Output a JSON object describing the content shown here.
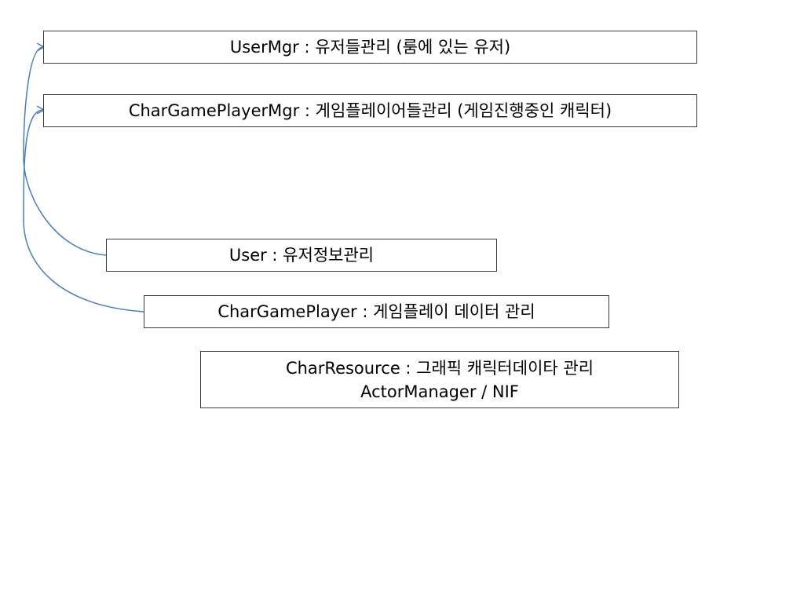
{
  "boxes": {
    "usermgr": {
      "text": "UserMgr : 유저들관리 (룸에 있는 유저)"
    },
    "chargameplayermgr": {
      "text": "CharGamePlayerMgr : 게임플레이어들관리 (게임진행중인 캐릭터)"
    },
    "user": {
      "text": "User : 유저정보관리"
    },
    "chargameplayer": {
      "text": "CharGamePlayer : 게임플레이 데이터 관리"
    },
    "charresource": {
      "line1": "CharResource : 그래픽 캐릭터데이타 관리",
      "line2": "ActorManager / NIF"
    }
  },
  "colors": {
    "connector": "#4a7ebb",
    "box_border": "#3a3a3a",
    "background": "#ffffff"
  }
}
